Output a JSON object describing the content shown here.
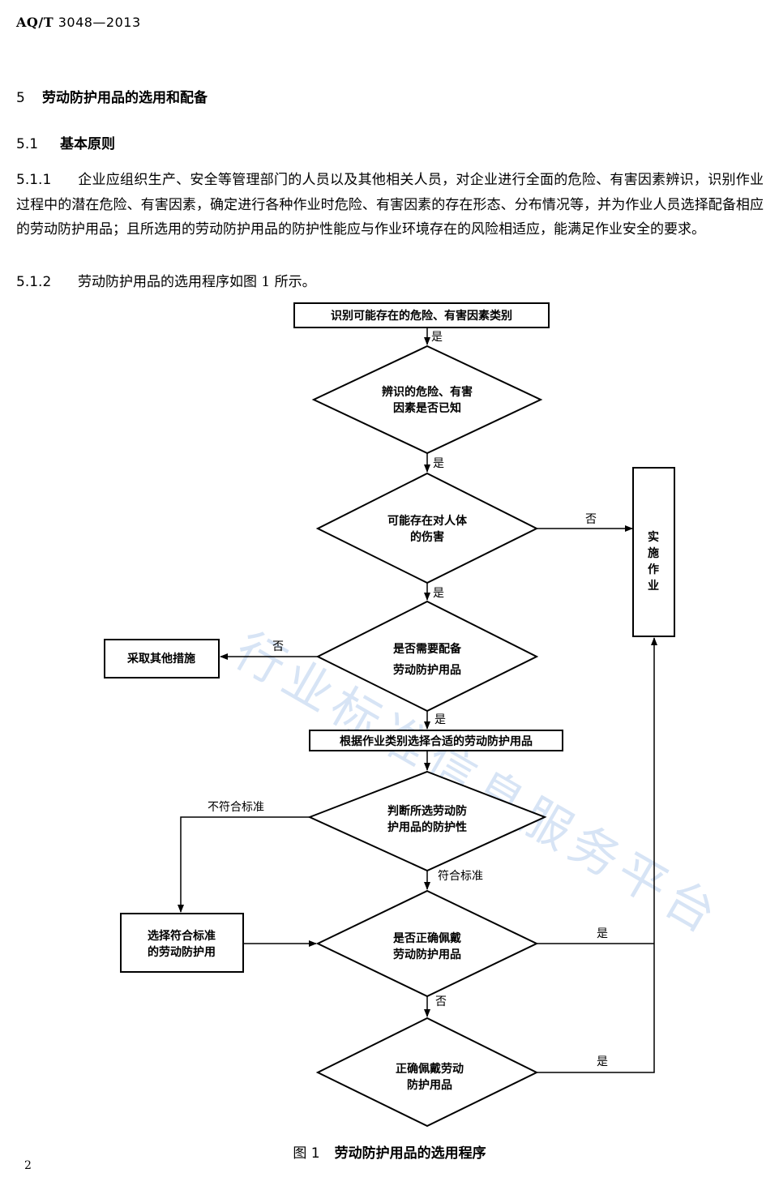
{
  "header": {
    "std_prefix": "AQ/T",
    "std_number": "3048—2013"
  },
  "section5": {
    "number": "5",
    "title": "劳动防护用品的选用和配备"
  },
  "section51": {
    "number": "5.1",
    "title": "基本原则"
  },
  "para511": {
    "number": "5.1.1",
    "text": "企业应组织生产、安全等管理部门的人员以及其他相关人员，对企业进行全面的危险、有害因素辨识，识别作业过程中的潜在危险、有害因素，确定进行各种作业时危险、有害因素的存在形态、分布情况等，并为作业人员选择配备相应的劳动防护用品；且所选用的劳动防护用品的防护性能应与作业环境存在的风险相适应，能满足作业安全的要求。"
  },
  "para512": {
    "number": "5.1.2",
    "text": "劳动防护用品的选用程序如图 1 所示。"
  },
  "flowchart": {
    "start_box": "识别可能存在的危险、有害因素类别",
    "d1_line1": "辨识的危险、有害",
    "d1_line2": "因素是否已知",
    "d2_line1": "可能存在对人体",
    "d2_line2": "的伤害",
    "d3_line1": "是否需要配备",
    "d3_line2": "劳动防护用品",
    "select_box": "根据作业类别选择合适的劳动防护用品",
    "d4_line1": "判断所选劳动防",
    "d4_line2": "护用品的防护性",
    "d5_line1": "是否正确佩戴",
    "d5_line2": "劳动防护用品",
    "d6_line1": "正确佩戴劳动",
    "d6_line2": "防护用品",
    "other_box": "采取其他措施",
    "choose_std_line1": "选择符合标准",
    "choose_std_line2": "的劳动防护用",
    "work_box": [
      "实",
      "施",
      "作",
      "业"
    ],
    "yes": "是",
    "no": "否",
    "meets_std": "符合标准",
    "not_meets_std": "不符合标准",
    "watermark": "行业标准信息服务平台"
  },
  "caption": {
    "figure": "图 1",
    "title": "劳动防护用品的选用程序"
  },
  "page_number": "2"
}
